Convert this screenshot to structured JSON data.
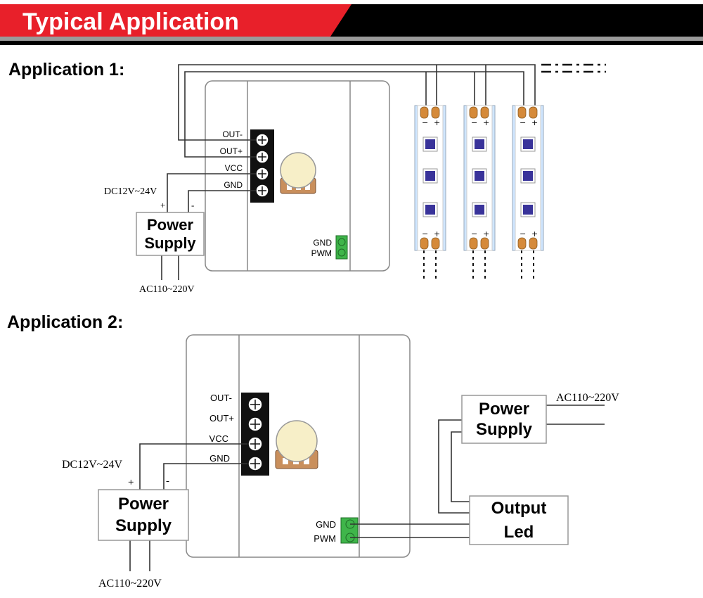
{
  "header": {
    "title": "Typical Application",
    "accent_color": "#e8202a",
    "bar_color": "#000000"
  },
  "app1": {
    "heading": "Application 1:",
    "terminals": [
      "OUT-",
      "OUT+",
      "VCC",
      "GND"
    ],
    "dc_label": "DC12V~24V",
    "plus": "+",
    "minus": "-",
    "ps_line1": "Power",
    "ps_line2": "Supply",
    "ac_label": "AC110~220V",
    "signal_pins": [
      "GND",
      "PWM"
    ],
    "strip_pol_minus": "−",
    "strip_pol_plus": "+"
  },
  "app2": {
    "heading": "Application 2:",
    "terminals": [
      "OUT-",
      "OUT+",
      "VCC",
      "GND"
    ],
    "dc_label": "DC12V~24V",
    "plus": "+",
    "minus": "-",
    "ps_line1": "Power",
    "ps_line2": "Supply",
    "ac_label": "AC110~220V",
    "signal_pins": [
      "GND",
      "PWM"
    ],
    "ps2_line1": "Power",
    "ps2_line2": "Supply",
    "ac2_label": "AC110~220V",
    "out_line1": "Output",
    "out_line2": "Led"
  },
  "colors": {
    "terminal_green": "#3fb54a",
    "knob": "#f7efc8",
    "knob_base": "#c98f5c",
    "led_chip": "#39339a",
    "strip_pad": "#d58a3a",
    "strip_glow": "#cfe6ff",
    "wire": "#333333"
  }
}
